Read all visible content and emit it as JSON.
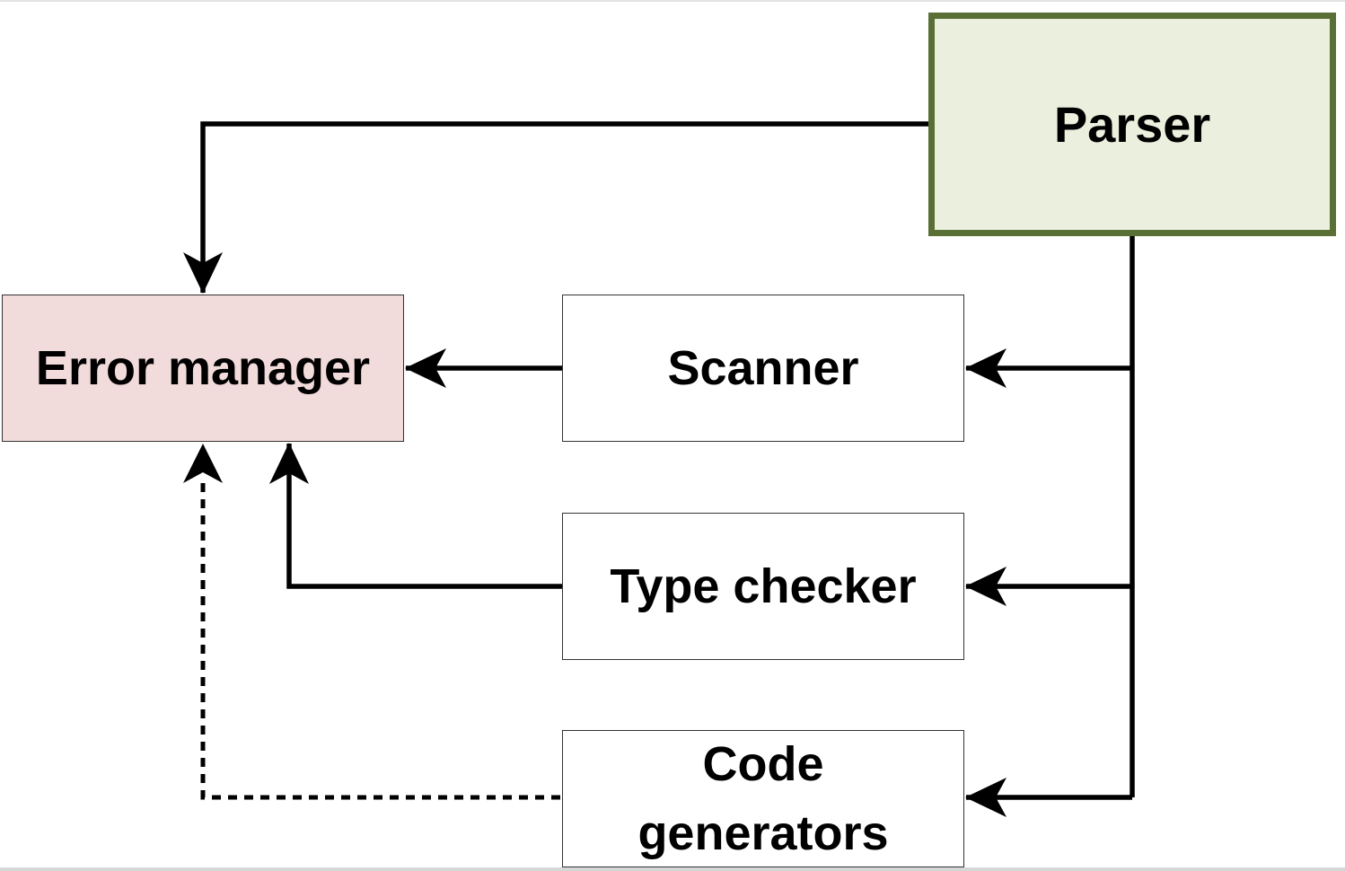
{
  "diagram": {
    "nodes": {
      "parser": {
        "label": "Parser",
        "fill": "#ebefdd",
        "border": "#5a6f35"
      },
      "error_manager": {
        "label": "Error manager",
        "fill": "#f2dcdb",
        "border": "#333333"
      },
      "scanner": {
        "label": "Scanner",
        "fill": "#ffffff",
        "border": "#333333"
      },
      "type_checker": {
        "label": "Type checker",
        "fill": "#ffffff",
        "border": "#333333"
      },
      "code_generators": {
        "label": "Code generators",
        "line1": "Code",
        "line2": "generators",
        "fill": "#ffffff",
        "border": "#333333"
      }
    },
    "edges": [
      {
        "from": "parser",
        "to": "error_manager",
        "style": "solid"
      },
      {
        "from": "parser",
        "to": "scanner",
        "style": "solid"
      },
      {
        "from": "parser",
        "to": "type_checker",
        "style": "solid"
      },
      {
        "from": "parser",
        "to": "code_generators",
        "style": "solid"
      },
      {
        "from": "scanner",
        "to": "error_manager",
        "style": "solid"
      },
      {
        "from": "type_checker",
        "to": "error_manager",
        "style": "solid"
      },
      {
        "from": "code_generators",
        "to": "error_manager",
        "style": "dashed"
      }
    ],
    "line_color": "#000000"
  }
}
